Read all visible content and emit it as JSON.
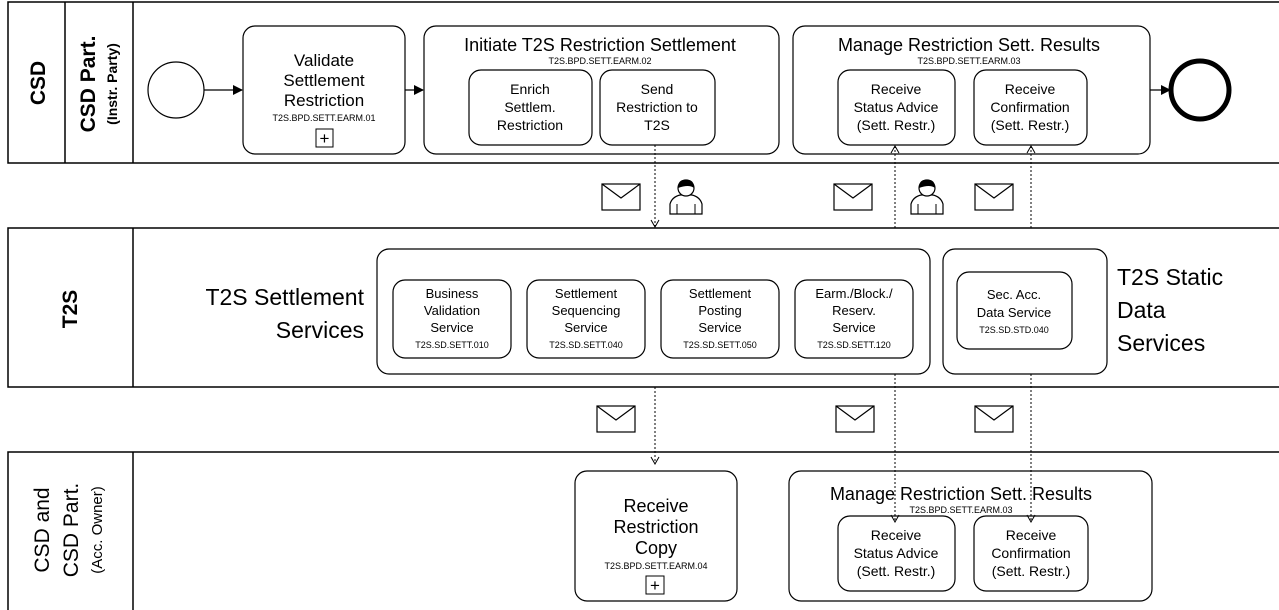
{
  "lanes": {
    "csd_outer": "CSD",
    "csd_part_l1": "CSD Part.",
    "csd_part_l2": "(Instr. Party)",
    "t2s": "T2S",
    "bottom_l1": "CSD and",
    "bottom_l2": "CSD Part.",
    "bottom_l3": "(Acc. Owner)"
  },
  "top": {
    "validate": {
      "l1": "Validate",
      "l2": "Settlement",
      "l3": "Restriction",
      "code": "T2S.BPD.SETT.EARM.01",
      "marker": "+"
    },
    "initiate": {
      "title": "Initiate T2S Restriction Settlement",
      "code": "T2S.BPD.SETT.EARM.02",
      "enrich": {
        "l1": "Enrich",
        "l2": "Settlem.",
        "l3": "Restriction"
      },
      "send": {
        "l1": "Send",
        "l2": "Restriction to",
        "l3": "T2S"
      }
    },
    "manage": {
      "title": "Manage Restriction Sett. Results",
      "code": "T2S.BPD.SETT.EARM.03",
      "status": {
        "l1": "Receive",
        "l2": "Status Advice",
        "l3": "(Sett. Restr.)"
      },
      "confirm": {
        "l1": "Receive",
        "l2": "Confirmation",
        "l3": "(Sett. Restr.)"
      }
    }
  },
  "t2s": {
    "settlement_l1": "T2S Settlement",
    "settlement_l2": "Services",
    "static_l1": "T2S Static",
    "static_l2": "Data",
    "static_l3": "Services",
    "services": [
      {
        "l1": "Business",
        "l2": "Validation",
        "l3": "Service",
        "code": "T2S.SD.SETT.010"
      },
      {
        "l1": "Settlement",
        "l2": "Sequencing",
        "l3": "Service",
        "code": "T2S.SD.SETT.040"
      },
      {
        "l1": "Settlement",
        "l2": "Posting",
        "l3": "Service",
        "code": "T2S.SD.SETT.050"
      },
      {
        "l1": "Earm./Block./",
        "l2": "Reserv.",
        "l3": "Service",
        "code": "T2S.SD.SETT.120"
      }
    ],
    "static_service": {
      "l1": "Sec. Acc.",
      "l2": "Data Service",
      "code": "T2S.SD.STD.040"
    }
  },
  "bottom": {
    "copy": {
      "l1": "Receive",
      "l2": "Restriction",
      "l3": "Copy",
      "code": "T2S.BPD.SETT.EARM.04",
      "marker": "+"
    },
    "manage": {
      "title": "Manage Restriction Sett. Results",
      "code": "T2S.BPD.SETT.EARM.03",
      "status": {
        "l1": "Receive",
        "l2": "Status Advice",
        "l3": "(Sett. Restr.)"
      },
      "confirm": {
        "l1": "Receive",
        "l2": "Confirmation",
        "l3": "(Sett. Restr.)"
      }
    }
  },
  "icons": [
    "envelope-icon",
    "user-icon",
    "plus-marker-icon"
  ]
}
